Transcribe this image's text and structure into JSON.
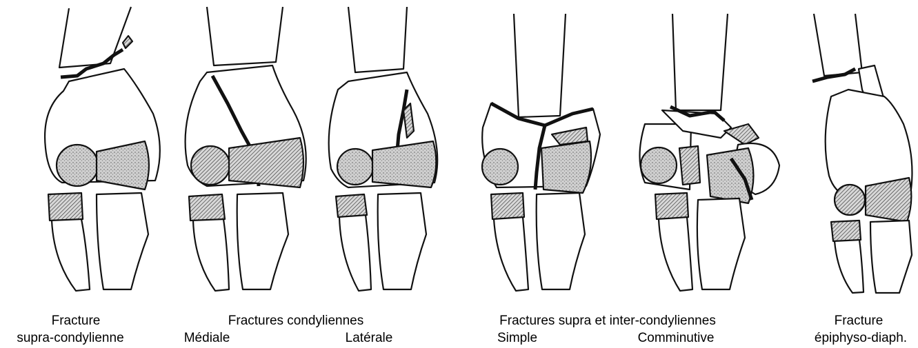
{
  "captions": {
    "supra": {
      "line1": "Fracture",
      "line2": "supra-condylienne"
    },
    "condyliennes": {
      "title": "Fractures condyliennes",
      "mediale": "Médiale",
      "laterale": "Latérale"
    },
    "inter": {
      "title": "Fractures supra et inter-condyliennes",
      "simple": "Simple",
      "comminutive": "Comminutive"
    },
    "epiphyso": {
      "line1": "Fracture",
      "line2": "épiphyso-diaph."
    }
  },
  "style": {
    "ink": "#111111",
    "shade": "#b8b8b8",
    "paper": "#ffffff"
  }
}
